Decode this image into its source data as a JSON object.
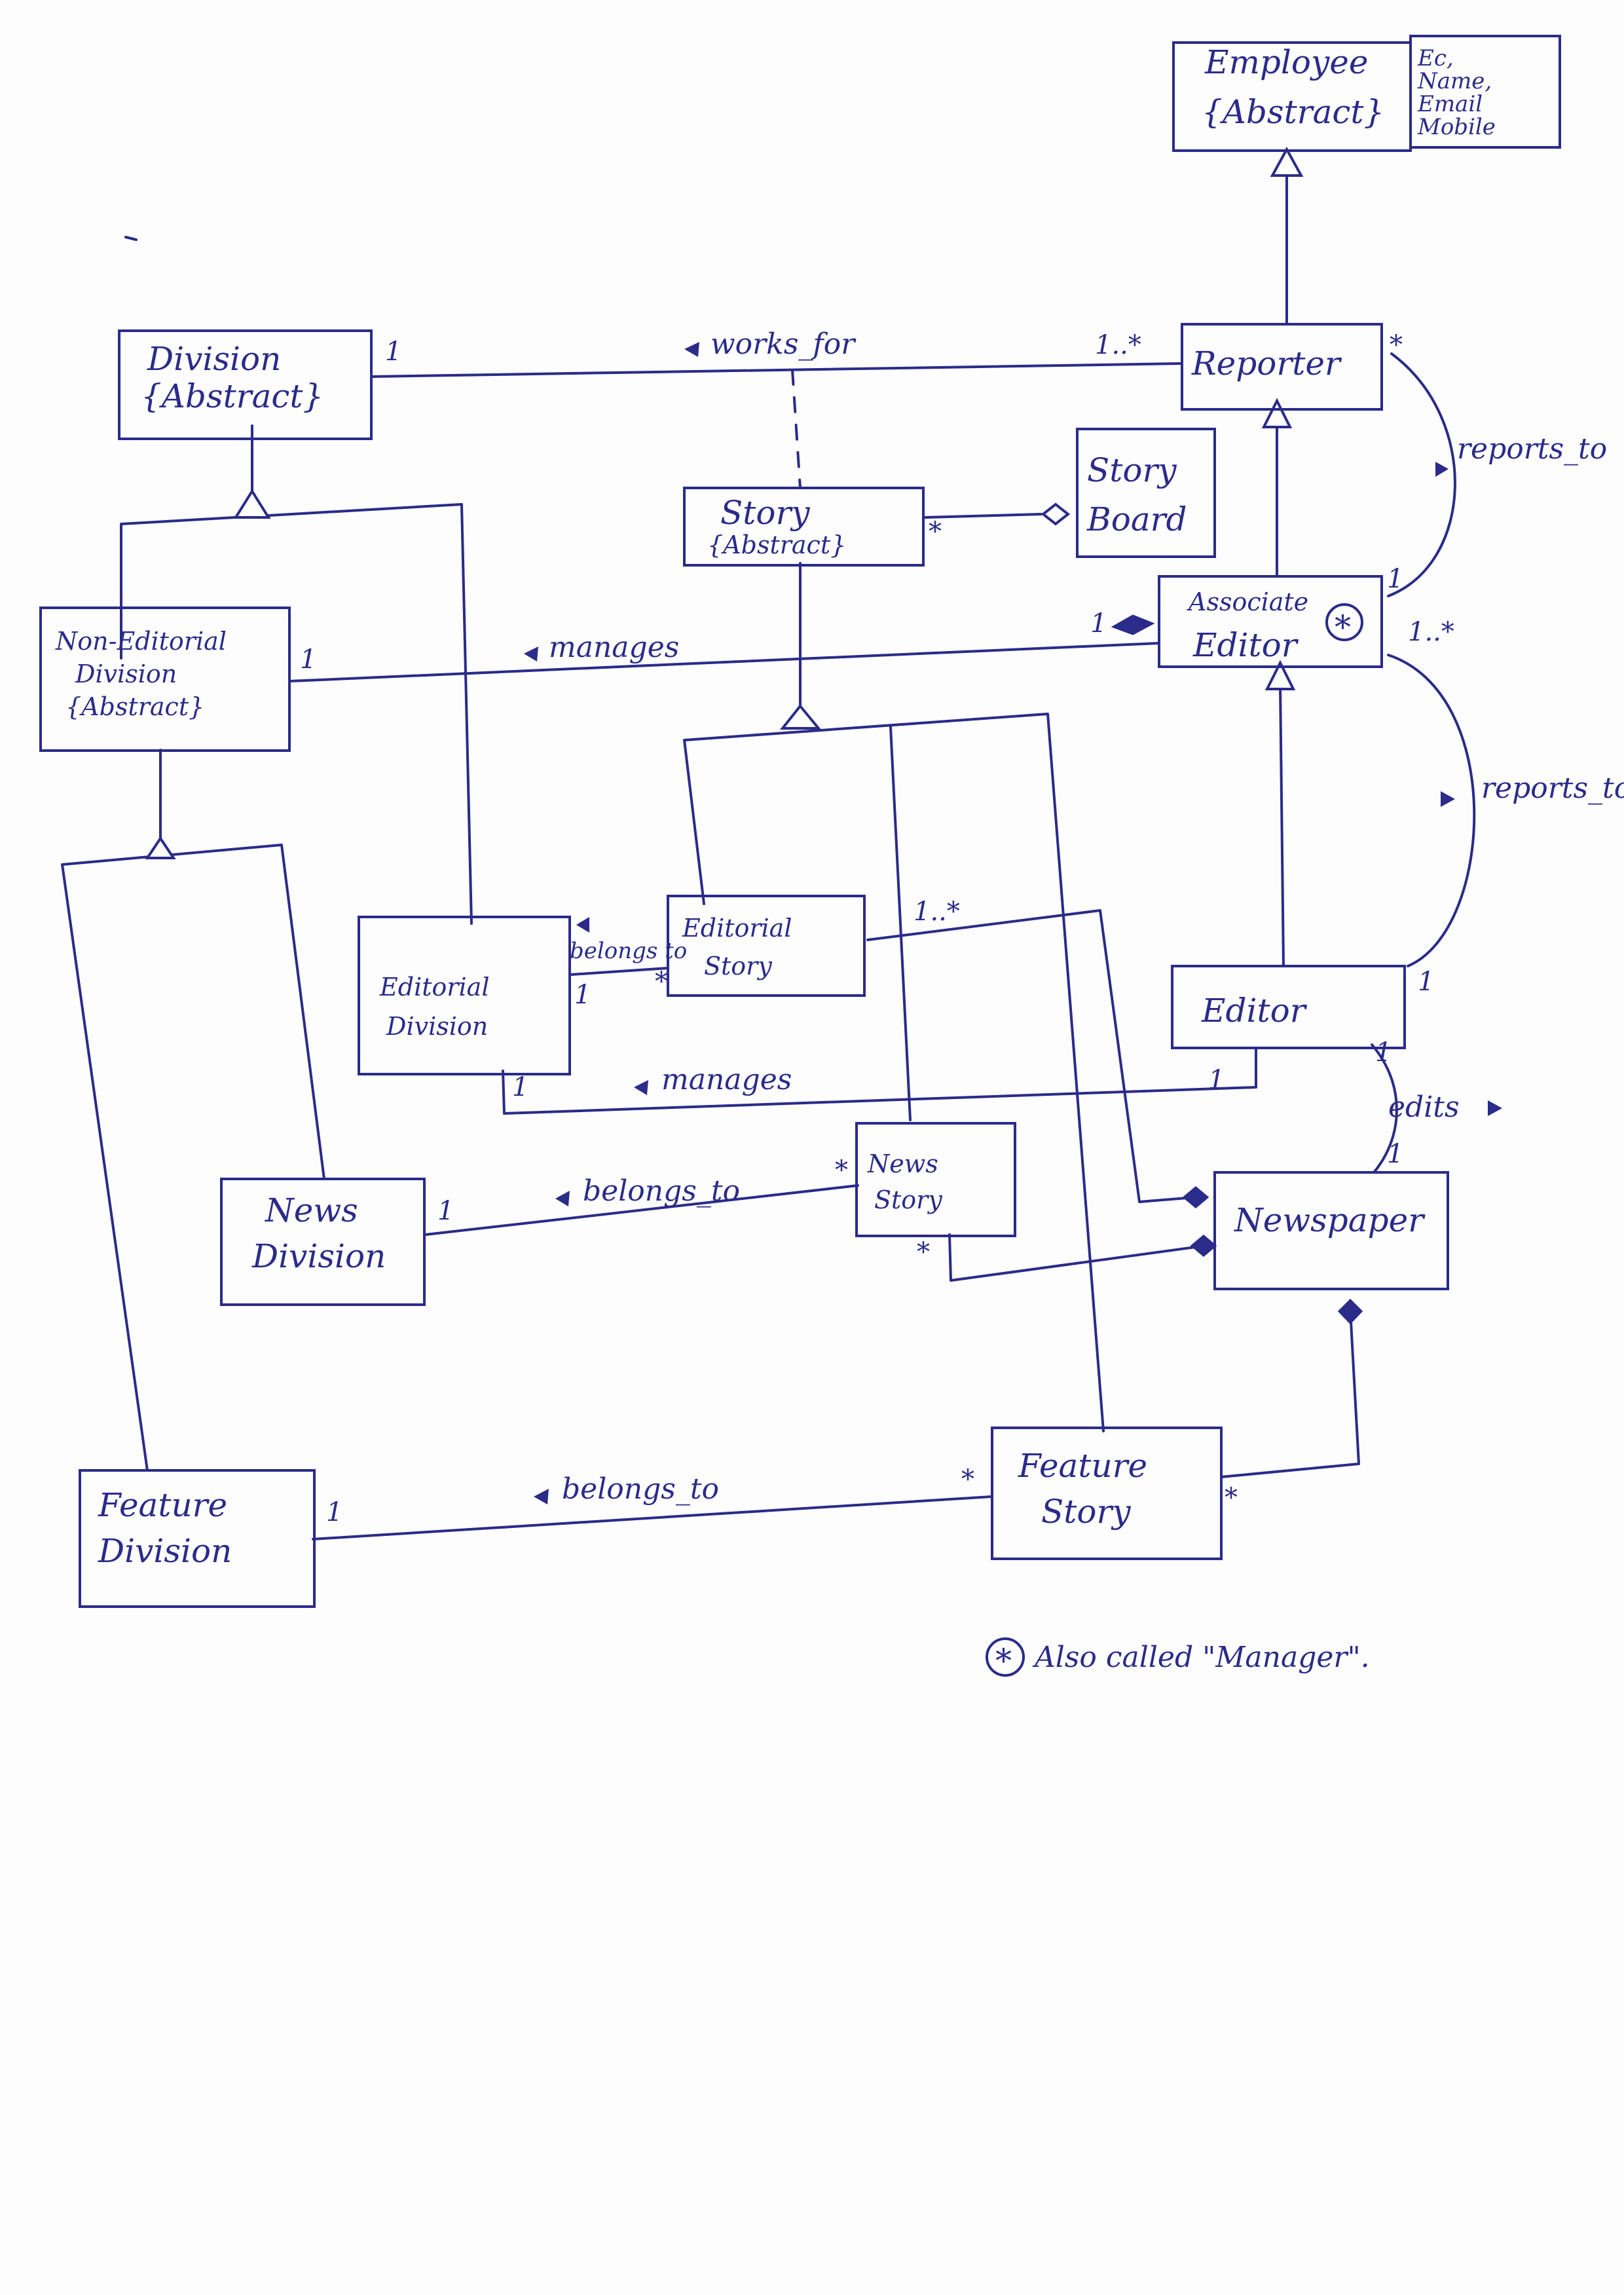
{
  "classes": {
    "employee": {
      "name": "Employee",
      "stereotype": "{Abstract}",
      "attributes": [
        "Ec,",
        "Name,",
        "Email",
        "Mobile"
      ]
    },
    "reporter": {
      "name": "Reporter"
    },
    "story_board": {
      "name_line1": "Story",
      "name_line2": "Board"
    },
    "story": {
      "name": "Story",
      "stereotype": "{Abstract}"
    },
    "division": {
      "name": "Division",
      "stereotype": "{Abstract}"
    },
    "non_editorial_division": {
      "name_line1": "Non-Editorial",
      "name_line2": "Division",
      "stereotype": "{Abstract}"
    },
    "associate_editor": {
      "name_line1": "Associate",
      "name_line2": "Editor",
      "marker": "*"
    },
    "editorial_division": {
      "name_line1": "Editorial",
      "name_line2": "Division"
    },
    "editorial_story": {
      "name_line1": "Editorial",
      "name_line2": "Story"
    },
    "editor": {
      "name": "Editor"
    },
    "news_division": {
      "name_line1": "News",
      "name_line2": "Division"
    },
    "news_story": {
      "name_line1": "News",
      "name_line2": "Story"
    },
    "newspaper": {
      "name": "Newspaper"
    },
    "feature_division": {
      "name_line1": "Feature",
      "name_line2": "Division"
    },
    "feature_story": {
      "name_line1": "Feature",
      "name_line2": "Story"
    }
  },
  "associations": {
    "works_for": {
      "label": "works_for",
      "mult_left": "1",
      "mult_right": "1..*"
    },
    "story_board": {
      "mult": "*"
    },
    "manages_associate": {
      "label": "manages",
      "mult_left": "1",
      "mult_right": "1"
    },
    "reports_to_reporter": {
      "label": "reports_to",
      "mult_reporter": "*",
      "mult_associate": "1"
    },
    "reports_to_editor": {
      "label": "reports_to",
      "mult_associate": "1..*",
      "mult_editor": "1"
    },
    "belongs_to_editorial": {
      "label": "belongs to",
      "mult_division": "1",
      "mult_story": "*"
    },
    "editorial_newspaper": {
      "mult": "1..*"
    },
    "manages_editor": {
      "label": "manages",
      "mult_division": "1",
      "mult_editor": "1"
    },
    "edits": {
      "label": "edits",
      "mult_editor": "1",
      "mult_newspaper": "1"
    },
    "belongs_to_news": {
      "label": "belongs_to",
      "mult_division": "1",
      "mult_story": "*"
    },
    "news_newspaper": {
      "mult": "*"
    },
    "belongs_to_feature": {
      "label": "belongs_to",
      "mult_division": "1",
      "mult_story": "*"
    },
    "feature_newspaper": {
      "mult": "*"
    }
  },
  "footnote": {
    "marker": "*",
    "text": "Also called \"Manager\"."
  }
}
